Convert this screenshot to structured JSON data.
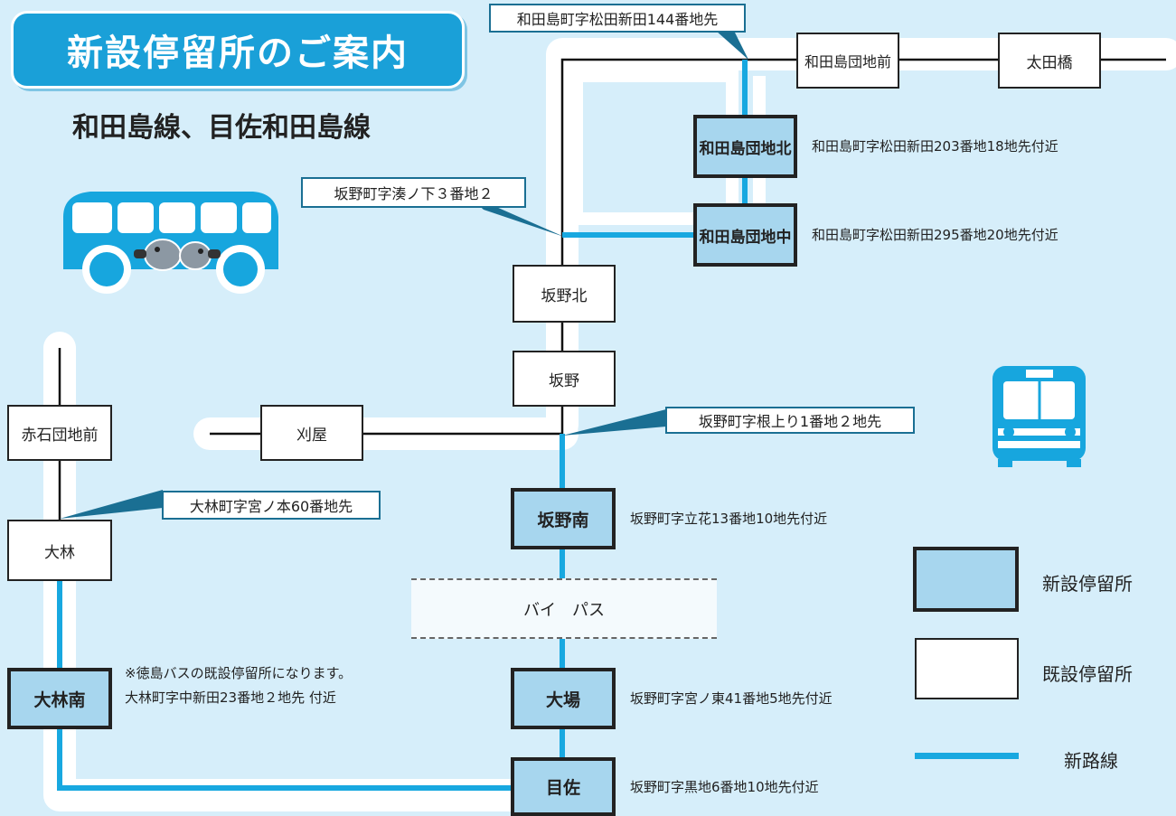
{
  "title": "新設停留所のご案内",
  "subtitle": "和田島線、目佐和田島線",
  "callouts": {
    "matsuda144": "和田島町字松田新田144番地先",
    "minatonoshita": "坂野町字湊ノ下３番地２",
    "neagari": "坂野町字根上り1番地２地先",
    "miyanomoto": "大林町字宮ノ本60番地先"
  },
  "stops": {
    "wadajima_danchimae": "和田島団地前",
    "otabashi": "太田橋",
    "sakanokita": "坂野北",
    "sakano": "坂野",
    "karaya": "刈屋",
    "akaishi_danchimae": "赤石団地前",
    "obayashi": "大林",
    "wadajima_danchikita": "和田島団地北",
    "wadajima_danchinaka": "和田島団地中",
    "sakanominami": "坂野南",
    "oba": "大場",
    "mesa": "目佐",
    "obayashi_minami": "大林南"
  },
  "addresses": {
    "wadajima_danchikita": "和田島町字松田新田203番地18地先付近",
    "wadajima_danchinaka": "和田島町字松田新田295番地20地先付近",
    "sakanominami": "坂野町字立花13番地10地先付近",
    "oba": "坂野町字宮ノ東41番地5地先付近",
    "mesa": "坂野町字黒地6番地10地先付近",
    "obayashi_minami_note": "※徳島バスの既設停留所になります。",
    "obayashi_minami": "大林町字中新田23番地２地先 付近"
  },
  "bypass": "バイ　パス",
  "legend": {
    "new_stop": "新設停留所",
    "existing_stop": "既設停留所",
    "new_route": "新路線"
  },
  "colors": {
    "background": "#d6eefa",
    "new_route": "#18a8e0",
    "new_stop_fill": "#a7d6ee",
    "title_tab": "#1aa0d8",
    "callout_border": "#1a6f93"
  },
  "icons": [
    "bus-side-icon",
    "bus-front-icon"
  ]
}
